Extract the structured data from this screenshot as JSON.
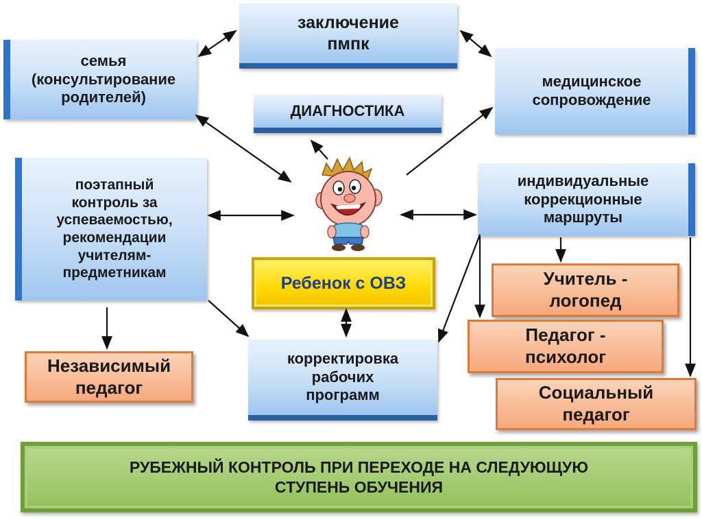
{
  "center": {
    "label": "Ребенок  с ОВЗ"
  },
  "boxes": {
    "conclusion": "заключение\nпмпк",
    "family": "семья\n(консультирование\nродителей)",
    "medical": "медицинское\nсопровождение",
    "diagnostics": "ДИАГНОСТИКА",
    "control": "поэтапный\nконтроль за\nуспеваемостью,\nрекомендации\nучителям-\nпредметникам",
    "routes": "индивидуальные\nкоррекционные\nмаршруты",
    "independent": "Независимый\nпедагог",
    "correction": "корректировка\nрабочих\nпрограмм",
    "speech": "Учитель -\nлогопед",
    "psychologist": "Педагог -\nпсихолог",
    "social": "Социальный\nпедагог"
  },
  "footer": "РУБЕЖНЫЙ КОНТРОЛЬ  ПРИ ПЕРЕХОДЕ НА СЛЕДУЮЩУЮ\nСТУПЕНЬ ОБУЧЕНИЯ",
  "colors": {
    "blue_edge": "#2f74c8",
    "orange": "#f6a97d",
    "yellow": "#ffd800",
    "green": "#93c15c",
    "center_text": "#1b3f8a"
  },
  "icons": {
    "child": "cartoon-child-icon"
  }
}
